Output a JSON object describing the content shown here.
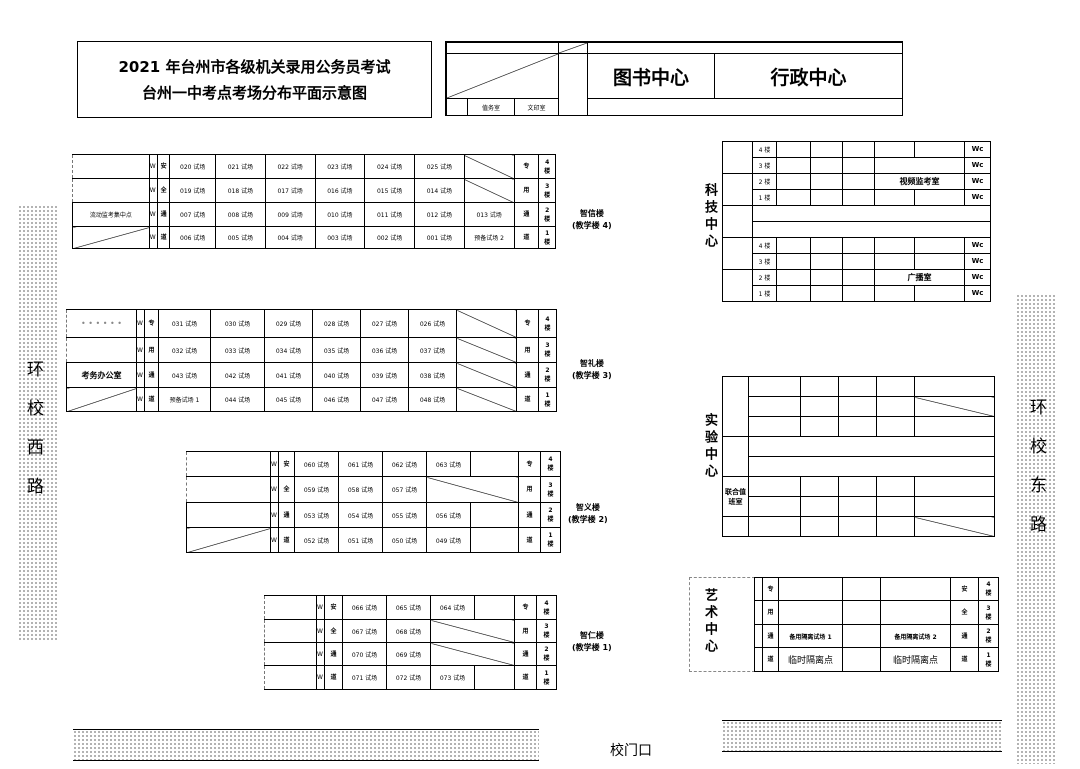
{
  "title": {
    "line1": "2021 年台州市各级机关录用公务员考试",
    "line2": "台州一中考点考场分布平面示意图"
  },
  "top": {
    "library": "图书中心",
    "admin": "行政中心",
    "duty_room": "值务室",
    "print_room": "文印室"
  },
  "common": {
    "wc": "W C",
    "floor": "楼",
    "an": "安",
    "quan": "全",
    "tong": "通",
    "dao": "道",
    "zhuan": "专",
    "yong": "用"
  },
  "zhixin": {
    "name": "智信楼",
    "sub": "(教学楼 4)",
    "r4": [
      "020 试场",
      "021 试场",
      "022 试场",
      "023 试场",
      "024 试场",
      "025 试场"
    ],
    "r3": [
      "019 试场",
      "018 试场",
      "017 试场",
      "016 试场",
      "015 试场",
      "014 试场"
    ],
    "r2": [
      "007 试场",
      "008 试场",
      "009 试场",
      "010 试场",
      "011 试场",
      "012 试场",
      "013 试场"
    ],
    "r1": [
      "006 试场",
      "005 试场",
      "004 试场",
      "003 试场",
      "002 试场",
      "001 试场",
      "预备试场 2"
    ],
    "mobile": "流动监考集中点"
  },
  "zhili": {
    "name": "智礼楼",
    "sub": "(教学楼 3)",
    "r4": [
      "031 试场",
      "030 试场",
      "029 试场",
      "028 试场",
      "027 试场",
      "026 试场"
    ],
    "r3": [
      "032 试场",
      "033 试场",
      "034 试场",
      "035 试场",
      "036 试场",
      "037 试场"
    ],
    "r2": [
      "043 试场",
      "042 试场",
      "041 试场",
      "040 试场",
      "039 试场",
      "038 试场"
    ],
    "r1": [
      "预备试场 1",
      "044 试场",
      "045 试场",
      "046 试场",
      "047 试场",
      "048 试场"
    ],
    "office": "考务办公室",
    "dots": "• • • • • •"
  },
  "zhiyi": {
    "name": "智义楼",
    "sub": "(教学楼 2)",
    "r4": [
      "060 试场",
      "061 试场",
      "062 试场",
      "063 试场"
    ],
    "r3": [
      "059 试场",
      "058 试场",
      "057 试场"
    ],
    "r2": [
      "053 试场",
      "054 试场",
      "055 试场",
      "056 试场"
    ],
    "r1": [
      "052 试场",
      "051 试场",
      "050 试场",
      "049 试场"
    ]
  },
  "zhiren": {
    "name": "智仁楼",
    "sub": "(教学楼 1)",
    "r4": [
      "066 试场",
      "065 试场",
      "064 试场"
    ],
    "r3": [
      "067 试场",
      "068 试场"
    ],
    "r2": [
      "070 试场",
      "069 试场"
    ],
    "r1": [
      "071 试场",
      "072 试场",
      "073 试场"
    ]
  },
  "keji": {
    "name": "科技中心",
    "video_room": "视频监考室",
    "broadcast_room": "广播室",
    "floors": [
      "4 楼",
      "3 楼",
      "2 楼",
      "1 楼"
    ],
    "wc": "Wc"
  },
  "shiyan": {
    "name": "实验中心",
    "lianhe": "联合值班室"
  },
  "yishu": {
    "name": "艺术中心",
    "spare1": "备用隔离试场 1",
    "spare2": "备用隔离试场 2",
    "iso": "临时隔离点"
  },
  "roads": {
    "west": "环校西路",
    "east": "环校东路",
    "gate": "校门口"
  }
}
